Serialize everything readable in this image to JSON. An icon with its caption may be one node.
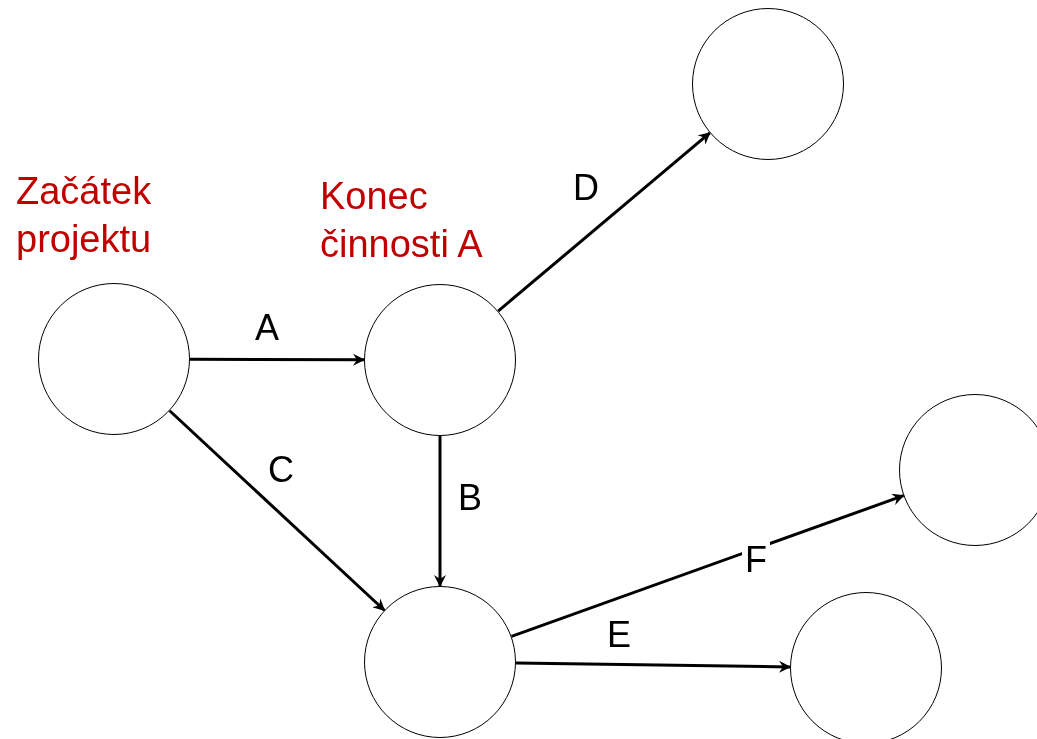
{
  "diagram": {
    "nodes": [
      {
        "text": [
          "Začátek projektu"
        ]
      },
      {
        "text": [
          "Konec činnosti A"
        ]
      },
      {
        "text": [],
        "shape": "circle"
      },
      {
        "text": [],
        "shape": "circle"
      },
      {
        "text": [],
        "shape": "circle"
      },
      {
        "text": [],
        "shape": "circle"
      }
    ],
    "edges": [
      {
        "from": 0,
        "to": 1,
        "arrow": "to",
        "label": "A"
      },
      {
        "from": 1,
        "to": 3,
        "arrow": "to",
        "label": "B"
      },
      {
        "from": 0,
        "to": 3,
        "arrow": "to",
        "label": "C"
      },
      {
        "from": 1,
        "to": 2,
        "arrow": "to",
        "label": "D"
      },
      {
        "from": 3,
        "to": 5,
        "arrow": "to",
        "label": "E"
      },
      {
        "from": 3,
        "to": 4,
        "arrow": "to",
        "label": "F"
      }
    ]
  }
}
